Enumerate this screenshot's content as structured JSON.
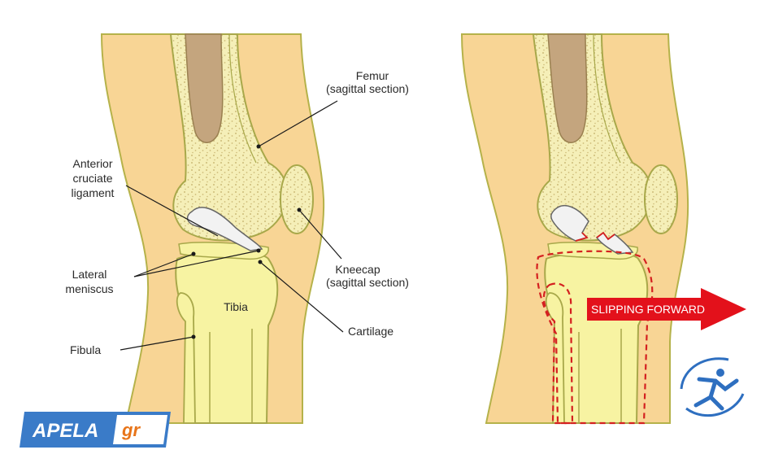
{
  "labels": {
    "femur_line1": "Femur",
    "femur_line2": "(sagittal section)",
    "acl_line1": "Anterior",
    "acl_line2": "cruciate",
    "acl_line3": "ligament",
    "meniscus_line1": "Lateral",
    "meniscus_line2": "meniscus",
    "tibia": "Tibia",
    "fibula": "Fibula",
    "kneecap_line1": "Kneecap",
    "kneecap_line2": "(sagittal section)",
    "cartilage": "Cartilage"
  },
  "annotation": {
    "slipping": "SLIPPING FORWARD"
  },
  "logo": {
    "brand": "APELA",
    "suffix": "gr"
  },
  "colors": {
    "skin": "#f8d595",
    "bone": "#f7f3a2",
    "marrow": "#c4a57e",
    "outline": "#a8a84a",
    "arrow": "#e3111b",
    "dashed": "#d42020",
    "logo_bg": "#3a7bc8",
    "logo_accent": "#e8751a"
  }
}
